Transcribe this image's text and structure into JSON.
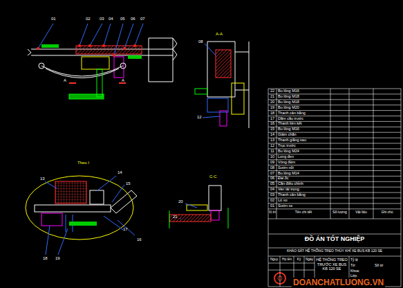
{
  "diagram": {
    "labels": [
      "01",
      "02",
      "03",
      "04",
      "05",
      "06",
      "07",
      "A",
      "A",
      "A-A",
      "08",
      "12",
      "Theo I",
      "13",
      "14",
      "15",
      "16",
      "17",
      "18",
      "19",
      "C-C",
      "20",
      "21",
      "22",
      "Bu lông M16",
      "21",
      "Bu lông M18",
      "20",
      "Bu lông M18",
      "19",
      "Bu lông M20",
      "18",
      "Thanh cân bằng",
      "17",
      "Dầm cầu trước",
      "16",
      "Thanh liên kết",
      "15",
      "Bu lông M16",
      "14",
      "Giảm chấn",
      "13",
      "Thanh giằng sau",
      "12",
      "Trục trước",
      "11",
      "Bu lông M24",
      "10",
      "Long đen",
      "09",
      "Vòng đệm",
      "08",
      "Sườn nối",
      "07",
      "Bu lông M14",
      "06",
      "Đai ốc",
      "05",
      "Cần điều chỉnh",
      "04",
      "Van tải trọng",
      "03",
      "Thanh cân bằng",
      "02",
      "Lò xo",
      "01",
      "Sườn xe",
      "Vị trí",
      "Tên chi tiết",
      "Số lượng",
      "Vật liệu",
      "Ghi chú",
      "ĐỒ ÁN TỐT NGHIỆP",
      "KHẢO SÁT HỆ THỐNG TREO THỦY KHÍ XE BUS KB 120 SE",
      "Nguy",
      "Họ tên",
      "Ký",
      "Ngày",
      "HỆ THỐNG TREO TRƯỚC XE BUS KB 120 SE",
      "Tỷ lệ",
      "Tờ:",
      "Số tờ",
      "Khoa:",
      "Lớp:",
      "DOANCHATLUONG.VN"
    ]
  }
}
